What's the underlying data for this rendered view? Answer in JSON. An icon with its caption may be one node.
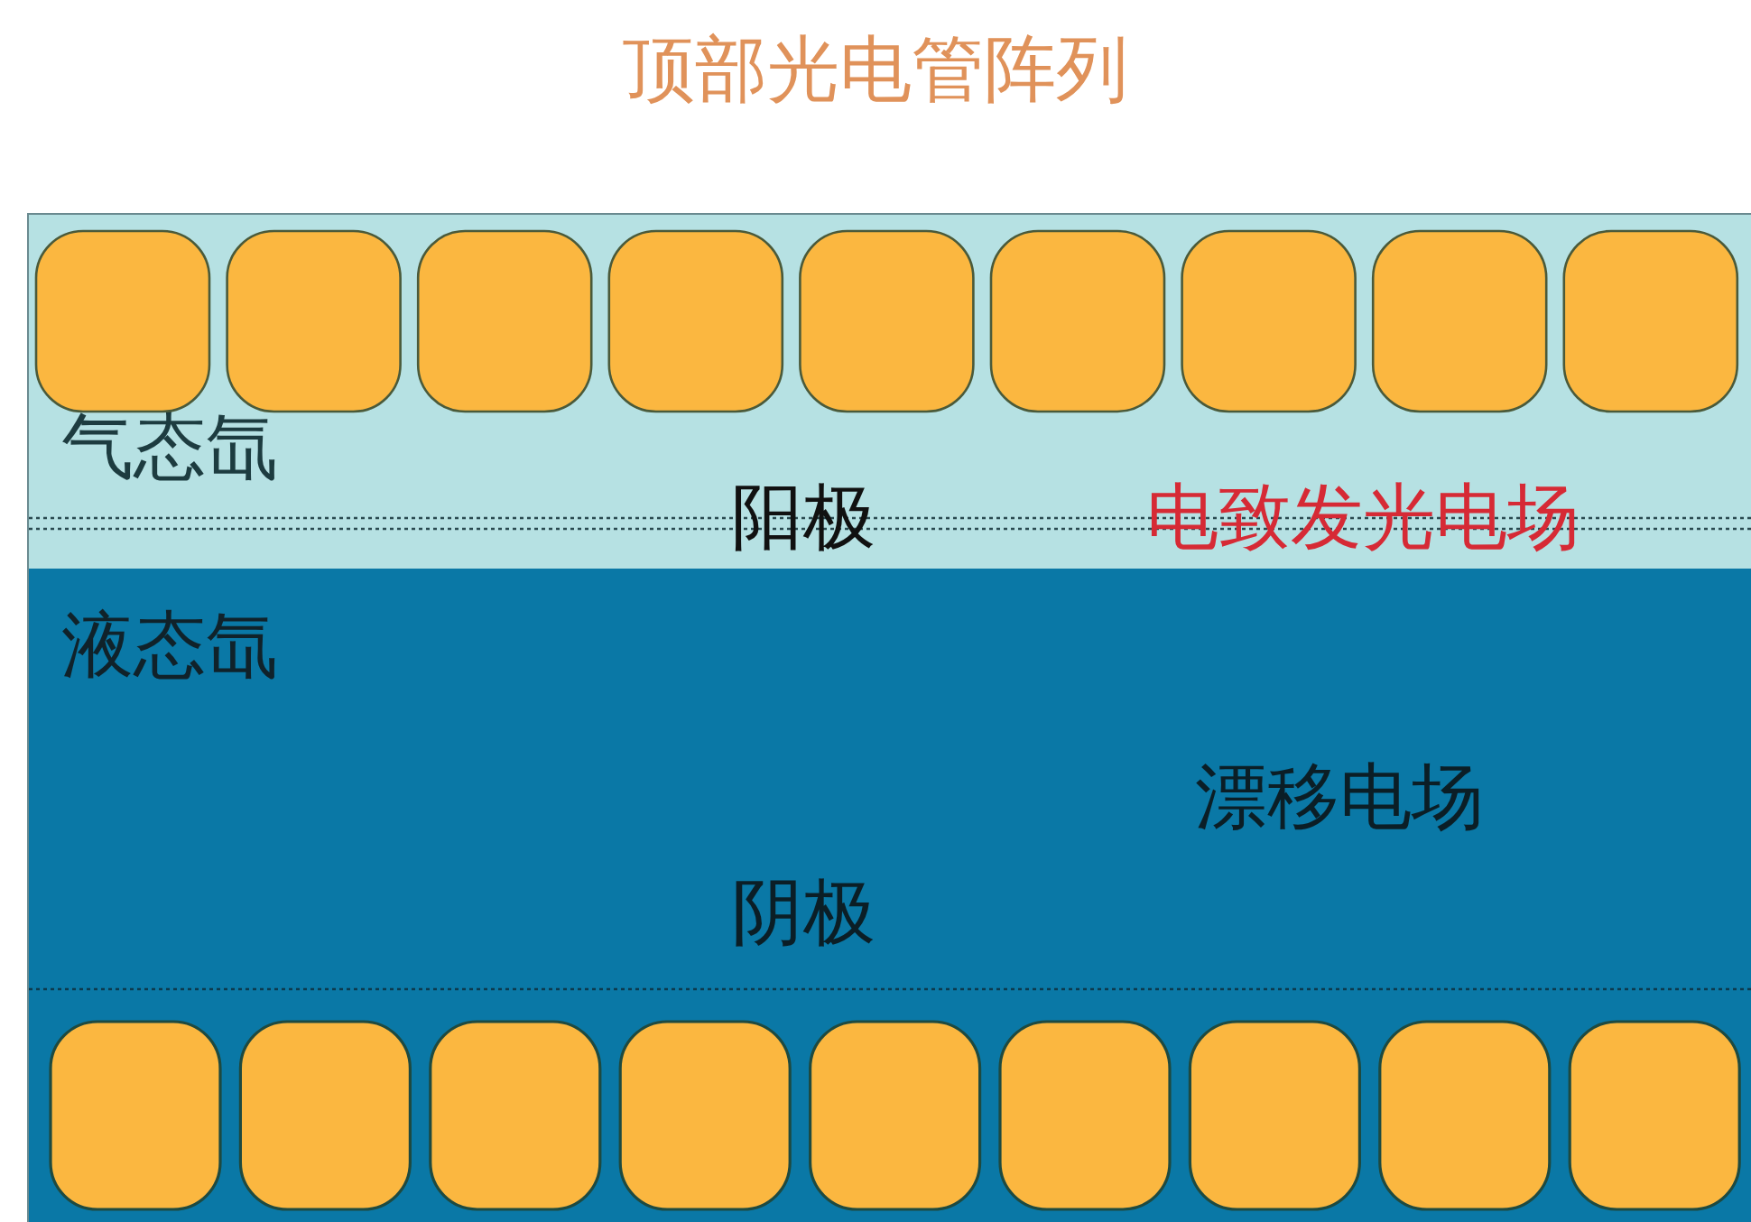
{
  "diagram": {
    "title": "顶部光电管阵列",
    "nodes": [
      {
        "text": [
          "气态氙"
        ]
      },
      {
        "text": [
          "液态氙"
        ]
      }
    ],
    "labels": [
      "阳极",
      "电致发光电场",
      "漂移电场",
      "阴极"
    ]
  }
}
